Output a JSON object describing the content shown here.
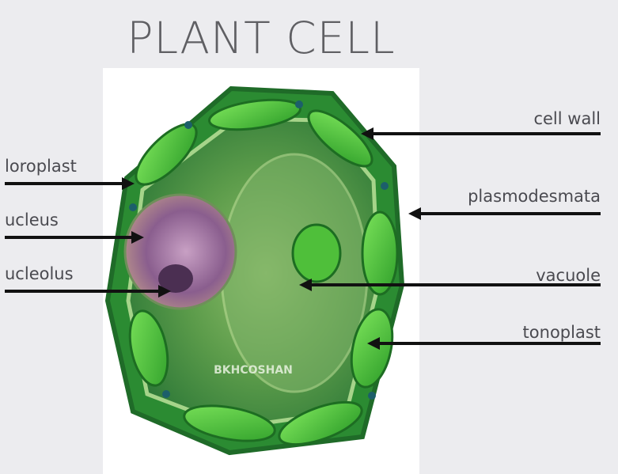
{
  "title": "PLANT CELL",
  "watermark": "BKHCOSHAN",
  "labels": {
    "chloroplast": "loroplast",
    "nucleus": "ucleus",
    "nucleolus": "ucleolus",
    "cell_wall": "cell wall",
    "plasmodesmata": "plasmodesmata",
    "vacuole": "vacuole",
    "tonoplast": "tonoplast"
  },
  "colors": {
    "cell_wall": "#2f8f2f",
    "chloroplast": "#3fbf35",
    "cytoplasm": "#4e9a48",
    "nucleus": "#8a5e8e",
    "background": "#ececef"
  }
}
